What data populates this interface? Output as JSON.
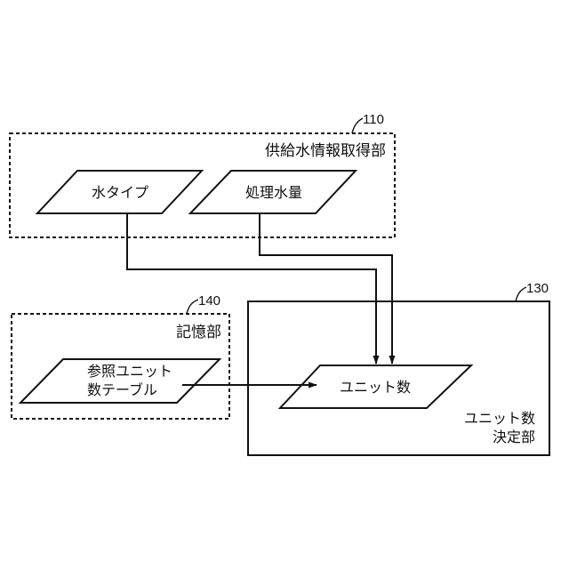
{
  "blocks": {
    "supply": {
      "ref": "110",
      "title": "供給水情報取得部",
      "inputs": {
        "water_type": "水タイプ",
        "treated_volume": "処理水量"
      }
    },
    "storage": {
      "ref": "140",
      "title": "記憶部",
      "table": {
        "line1": "参照ユニット",
        "line2": "数テーブル"
      }
    },
    "decision": {
      "ref": "130",
      "title_line1": "ユニット数",
      "title_line2": "決定部",
      "output": "ユニット数"
    }
  },
  "colors": {
    "stroke": "#111111",
    "background": "#ffffff"
  }
}
